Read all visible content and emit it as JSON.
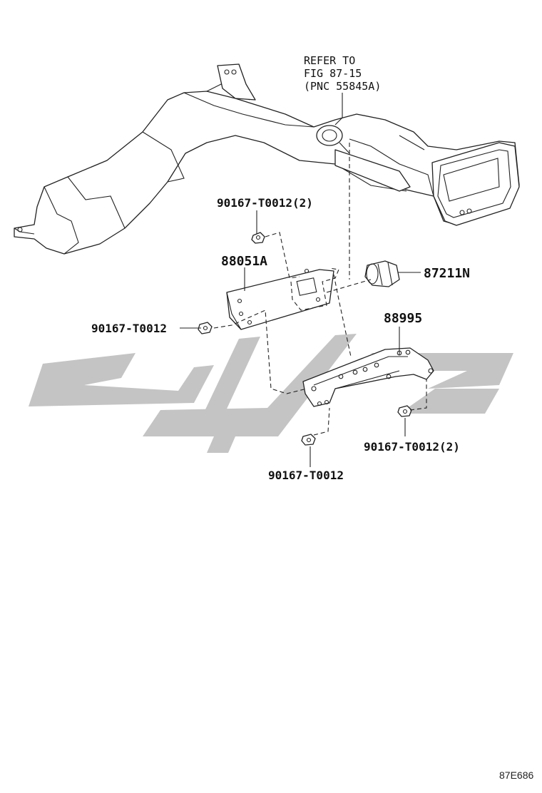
{
  "diagram": {
    "refer_note": {
      "line1": "REFER TO",
      "line2": "FIG 87-15",
      "line3": "(PNC 55845A)"
    },
    "labels": {
      "screw_top": "90167-T0012(2)",
      "module": "88051A",
      "sensor": "87211N",
      "screw_left": "90167-T0012",
      "bracket": "88995",
      "screw_bottom": "90167-T0012",
      "screw_right": "90167-T0012(2)"
    },
    "figure_code": "87E686"
  },
  "colors": {
    "line": "#222222",
    "watermark": "#c4c4c4",
    "background": "#ffffff"
  }
}
